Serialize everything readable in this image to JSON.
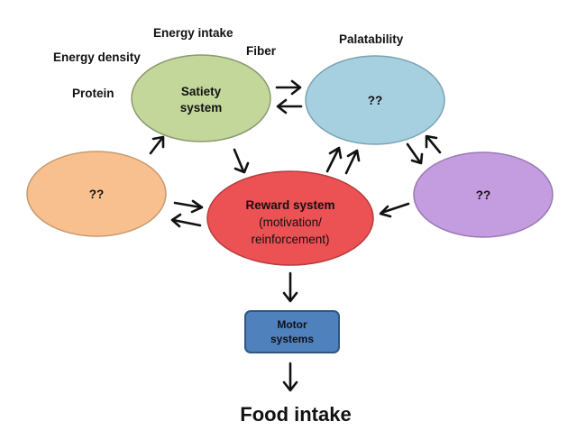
{
  "labels": {
    "energy_intake": "Energy intake",
    "energy_density": "Energy density",
    "fiber": "Fiber",
    "protein": "Protein",
    "palatability": "Palatability"
  },
  "nodes": {
    "satiety": {
      "line1": "Satiety",
      "line2": "system",
      "color": "#c4d79b"
    },
    "palatability_unknown": {
      "label": "??",
      "color": "#a6cfdf"
    },
    "left_unknown": {
      "label": "??",
      "color": "#f9c08f"
    },
    "right_unknown": {
      "label": "??",
      "color": "#c49de0"
    },
    "reward": {
      "line1": "Reward system",
      "line2": "(motivation/",
      "line3": "reinforcement)",
      "color": "#ec5154"
    },
    "motor": {
      "line1": "Motor",
      "line2": "systems",
      "color": "#4f81bd"
    }
  },
  "output": {
    "label": "Food intake"
  }
}
